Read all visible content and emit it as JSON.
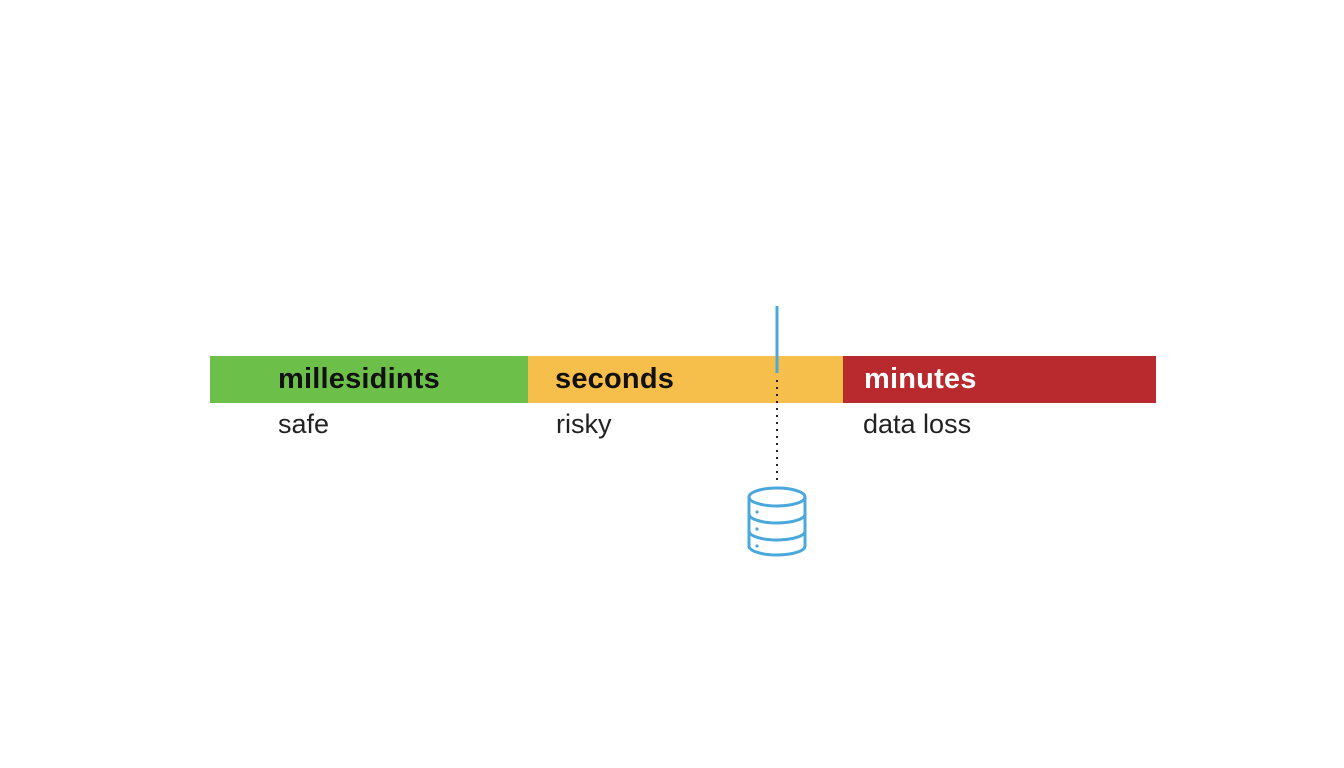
{
  "scale": {
    "segments": [
      {
        "label": "millesidints",
        "caption": "safe",
        "color": "#6cc04a"
      },
      {
        "label": "seconds",
        "caption": "risky",
        "color": "#f6bf4b"
      },
      {
        "label": "minutes",
        "caption": "data loss",
        "color": "#b92a2f"
      }
    ]
  },
  "marker": {
    "color": "#4aa8dc",
    "icon": "database-icon"
  }
}
